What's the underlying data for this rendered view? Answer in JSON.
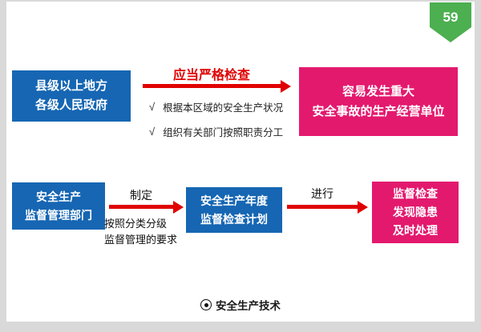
{
  "page": {
    "badge_number": "59"
  },
  "colors": {
    "blue": "#1666b3",
    "pink": "#e3196e",
    "red": "#e00000",
    "green": "#4caf50"
  },
  "top_flow": {
    "left_box": {
      "lines": [
        "县级以上地方",
        "各级人民政府"
      ]
    },
    "arrow_label": "应当严格检查",
    "checklist": [
      {
        "mark": "√",
        "text": "根据本区域的安全生产状况"
      },
      {
        "mark": "√",
        "text": "组织有关部门按照职责分工"
      }
    ],
    "right_box": {
      "lines": [
        "容易发生重大",
        "安全事故的生产经营单位"
      ]
    }
  },
  "bottom_flow": {
    "box1": {
      "lines": [
        "安全生产",
        "监督管理部门"
      ]
    },
    "arrow1_label": "制定",
    "note_lines": [
      "按照分类分级",
      "监督管理的要求"
    ],
    "box2": {
      "lines": [
        "安全生产年度",
        "监督检查计划"
      ]
    },
    "arrow2_label": "进行",
    "box3": {
      "lines": [
        "监督检查",
        "发现隐患",
        "及时处理"
      ]
    }
  },
  "footer": {
    "brand": "安全生产技术"
  }
}
